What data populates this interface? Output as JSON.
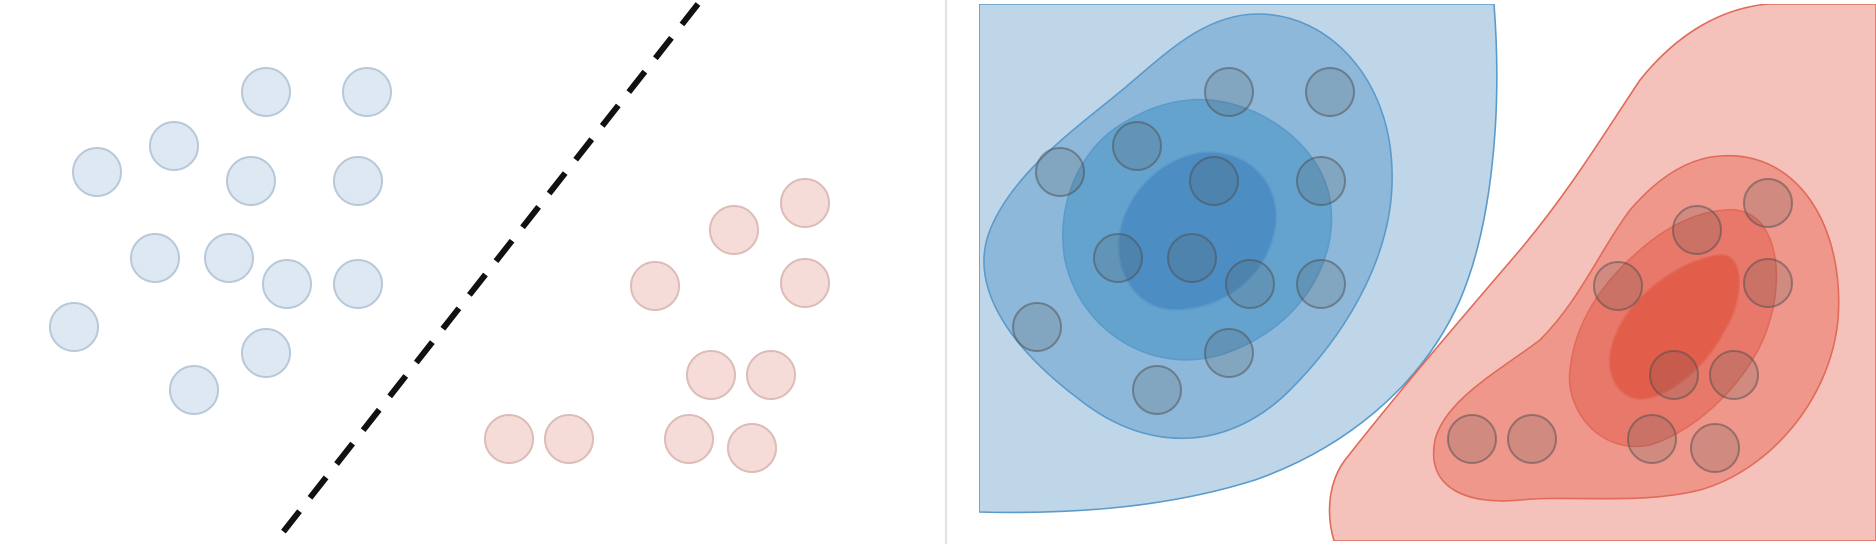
{
  "colors": {
    "class_a_fill": "#dde8f3",
    "class_a_stroke": "#b7c8d9",
    "class_b_fill": "#f6dcd8",
    "class_b_stroke": "#dbbcb6",
    "boundary": "#111111",
    "divider": "#d9d9d9",
    "blue_levels": [
      "#bed6e8",
      "#8db8da",
      "#65a3cf",
      "#4c8ec4"
    ],
    "blue_edge": "#5b9acb",
    "red_levels": [
      "#f5c2bb",
      "#ee978a",
      "#e8786a",
      "#e35d4b"
    ],
    "red_edge": "#e26a58",
    "marker_fill": "rgba(90,90,90,0.2)",
    "marker_stroke": "rgba(75,75,75,0.5)"
  },
  "panels": [
    {
      "kind": "scatter-with-boundary",
      "boundary_style": "dashed",
      "classes": [
        {
          "name": "",
          "color": "blue"
        },
        {
          "name": "",
          "color": "red"
        }
      ]
    },
    {
      "kind": "density-contours",
      "levels_per_class": 4,
      "classes": [
        {
          "name": "",
          "color": "blue"
        },
        {
          "name": "",
          "color": "red"
        }
      ]
    }
  ]
}
